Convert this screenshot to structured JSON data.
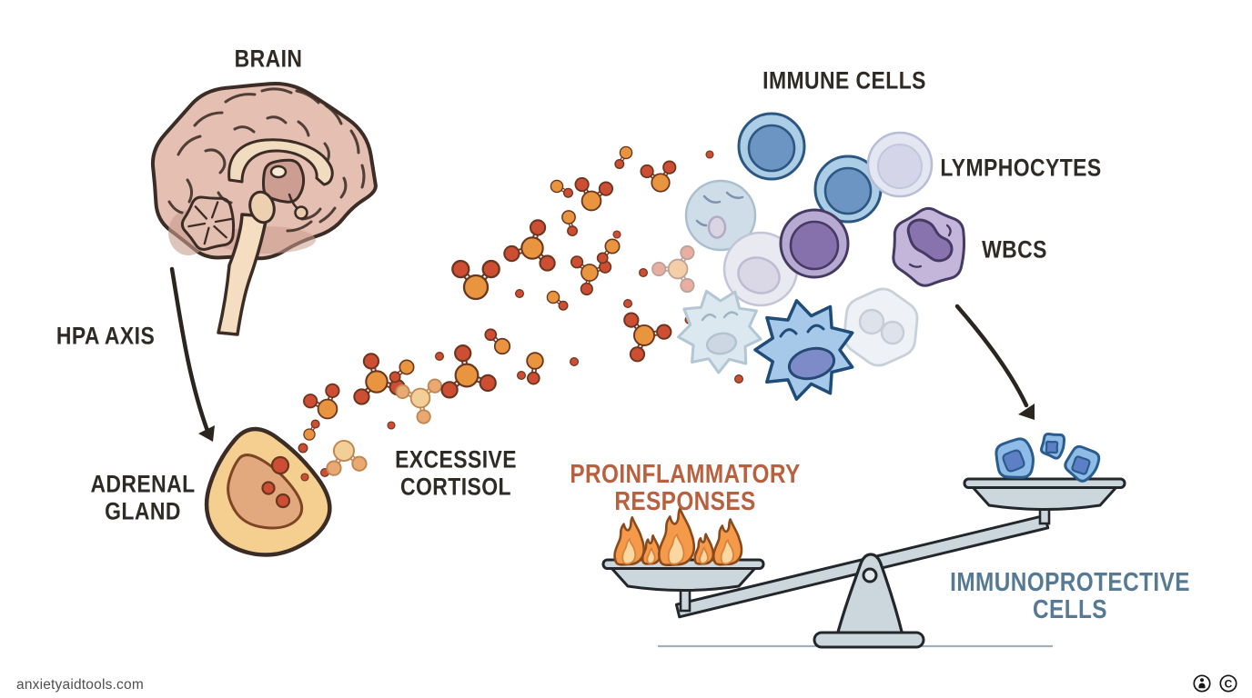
{
  "diagram": {
    "title_context": "HPA axis cortisol immune balance diagram",
    "labels": {
      "brain": "BRAIN",
      "hpa_axis": "HPA AXIS",
      "adrenal_line1": "ADRENAL",
      "adrenal_line2": "GLAND",
      "cortisol_line1": "EXCESSIVE",
      "cortisol_line2": "CORTISOL",
      "immune_cells": "IMMUNE CELLS",
      "lymphocytes": "LYMPHOCYTES",
      "wbcs": "WBCS",
      "proinflammatory_line1": "PROINFLAMMATORY",
      "proinflammatory_line2": "RESPONSES",
      "immunoprotective_line1": "IMMUNOPROTECTIVE",
      "immunoprotective_line2": "CELLS"
    },
    "colors": {
      "background": "#ffffff",
      "label_dark": "#2e2a26",
      "proinflammatory": "#b9603f",
      "immunoprotective": "#567a94",
      "outline_dark": "#3b2d26",
      "brain_pink": "#e4bfb2",
      "adrenal_gold": "#f5cf90",
      "cortisol_orange": "#e9953f",
      "cortisol_red": "#cd4e33",
      "cell_blue": "#abcde6",
      "cell_purple": "#8671ac",
      "scale_gray": "#ccd6dd",
      "flame_orange": "#f59a4a",
      "watermark_gray": "#4f4f4f"
    },
    "icons": {
      "brain": "brain-illustration",
      "adrenal": "adrenal-gland-illustration",
      "molecules": "cortisol-molecules",
      "immune_cluster": "immune-cells-cluster",
      "scale": "balance-scale-illustration",
      "flames": "flames-icon",
      "pan_cells": "immunoprotective-cells-icon"
    }
  },
  "footer": {
    "watermark": "anxietyaidtools.com",
    "icons": [
      {
        "name": "attribution-icon",
        "glyph": "person"
      },
      {
        "name": "copyright-icon",
        "glyph": "C"
      }
    ]
  }
}
